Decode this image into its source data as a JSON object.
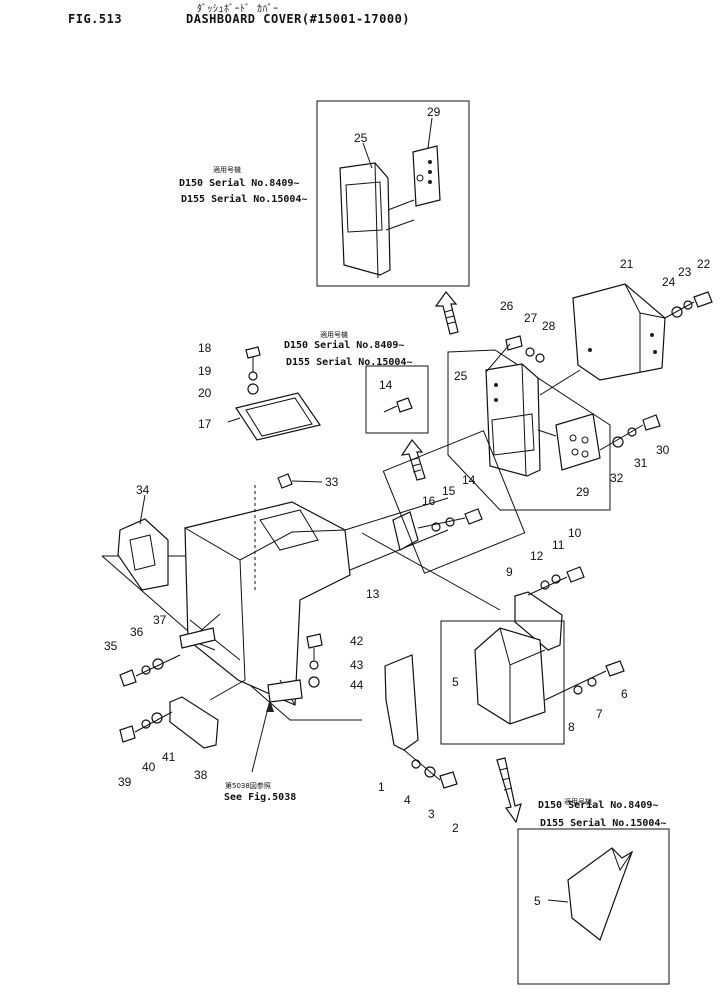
{
  "header": {
    "fig": "FIG.513",
    "title_jp": "ﾀﾞｯｼｭﾎﾞｰﾄﾞ ｶﾊﾞｰ",
    "title": "DASHBOARD COVER(#15001-17000)"
  },
  "notes": [
    {
      "jp": "適用号機",
      "line1": "D150 Serial  No.8409~",
      "line2": "D155 Serial  No.15004~"
    },
    {
      "jp": "適用号機",
      "line1": "D150 Serial  No.8409~",
      "line2": "D155 Serial  No.15004~"
    },
    {
      "jp": "適用号機",
      "line1": "D150 Serial  No.8409~",
      "line2": "D155 Serial  No.15004~"
    }
  ],
  "see_ref": {
    "jp": "第5038図参照",
    "text": "See  Fig.5038"
  },
  "parts": {
    "p1": "1",
    "p2": "2",
    "p3": "3",
    "p4": "4",
    "p5a": "5",
    "p5b": "5",
    "p6": "6",
    "p7": "7",
    "p8": "8",
    "p9": "9",
    "p10": "10",
    "p11": "11",
    "p12": "12",
    "p13": "13",
    "p14a": "14",
    "p14b": "14",
    "p15": "15",
    "p16": "16",
    "p17": "17",
    "p18": "18",
    "p19": "19",
    "p20": "20",
    "p21": "21",
    "p22": "22",
    "p23": "23",
    "p24": "24",
    "p25a": "25",
    "p25b": "25",
    "p26": "26",
    "p27": "27",
    "p28": "28",
    "p29a": "29",
    "p29b": "29",
    "p30": "30",
    "p31": "31",
    "p32": "32",
    "p33": "33",
    "p34": "34",
    "p35": "35",
    "p36": "36",
    "p37": "37",
    "p38": "38",
    "p39": "39",
    "p40": "40",
    "p41": "41",
    "p42": "42",
    "p43": "43",
    "p44": "44"
  }
}
